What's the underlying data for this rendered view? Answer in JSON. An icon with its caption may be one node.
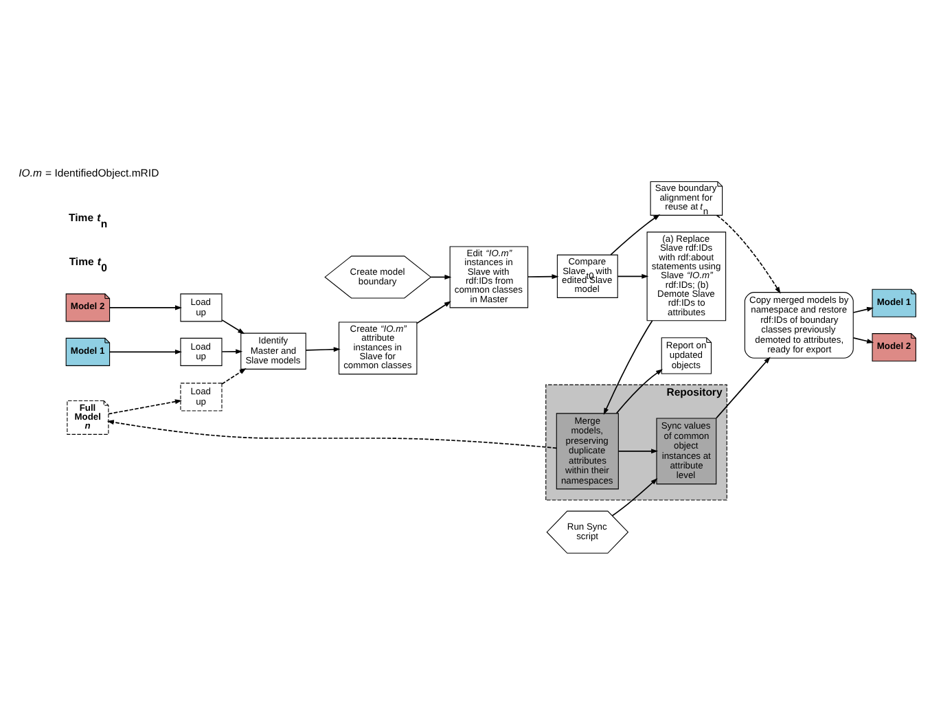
{
  "diagram": {
    "nodes": [
      {
        "text": [
          "Model 1"
        ]
      },
      {
        "text": [
          "Load up"
        ]
      },
      {
        "text": [
          "Identify Master and Slave models"
        ]
      },
      {
        "text": [
          "Create *“IO.m”* attribute instances in Slave for common classes"
        ]
      },
      {
        "text": [
          "Edit *“IO.m”* instances in Slave with rdf:IDs from common classes in Master"
        ]
      },
      {
        "text": [
          "Compare Slave$_{t0}$ with edited Slave model"
        ]
      },
      {
        "text": [
          "Model 2"
        ]
      },
      {
        "text": [
          "Load up"
        ]
      },
      {
        "text": [
          "Full Model *n*"
        ]
      },
      {
        "text": [
          "Load up"
        ]
      },
      {
        "text": [
          "Create model boundary"
        ]
      },
      {
        "text": [
          "Save boundary alignment for reuse at *t*$_{n}$"
        ]
      },
      {
        "text": [
          "(a) Replace Slave rdf:IDs with rdf:about statements using Slave *“IO.m”* rdf:IDs; (b) Demote Slave rdf:IDs to attributes"
        ]
      },
      {
        "text": [
          "Repository"
        ]
      },
      {
        "text": [
          "Merge models, preserving duplicate attributes within their namespaces"
        ],
        "in": 13
      },
      {
        "text": [
          "Sync values of common object instances at attribute level"
        ],
        "in": 13
      },
      {
        "text": [
          "Copy merged models by namespace and restore rdf:IDs of boundary classes previously demoted to attributes, ready for export"
        ]
      },
      {
        "text": [
          "Report on updated objects"
        ]
      },
      {
        "text": [
          "Run Sync script"
        ]
      },
      {
        "text": [
          "Model 1"
        ]
      },
      {
        "text": [
          "Model 2"
        ]
      }
    ],
    "edges": [
      {
        "from": 0,
        "to": 1,
        "arrow": "to"
      },
      {
        "from": 1,
        "to": 2,
        "arrow": "to"
      },
      {
        "from": 6,
        "to": 7,
        "arrow": "to"
      },
      {
        "from": 7,
        "to": 2,
        "arrow": "to"
      },
      {
        "from": 8,
        "to": 9,
        "arrow": "to",
        "style": "dashed"
      },
      {
        "from": 9,
        "to": 2,
        "arrow": "to",
        "style": "dashed"
      },
      {
        "from": 2,
        "to": 3,
        "arrow": "to"
      },
      {
        "from": 3,
        "to": 4,
        "arrow": "to"
      },
      {
        "from": 10,
        "to": 4,
        "arrow": "to"
      },
      {
        "from": 4,
        "to": 5,
        "arrow": "to"
      },
      {
        "from": 5,
        "to": 11,
        "arrow": "to"
      },
      {
        "from": 5,
        "to": 12,
        "arrow": "to"
      },
      {
        "from": 11,
        "to": 16,
        "arrow": "to",
        "style": "dashed"
      },
      {
        "from": 12,
        "to": 14,
        "arrow": "to"
      },
      {
        "from": 14,
        "to": 15,
        "arrow": "to"
      },
      {
        "from": 14,
        "to": 17,
        "arrow": "to"
      },
      {
        "from": 18,
        "to": 15,
        "arrow": "to"
      },
      {
        "from": 15,
        "to": 16,
        "arrow": "to"
      },
      {
        "from": 16,
        "to": 19,
        "arrow": "to"
      },
      {
        "from": 16,
        "to": 20,
        "arrow": "to"
      },
      {
        "from": 14,
        "to": 8,
        "arrow": "to",
        "style": "dashed"
      }
    ],
    "labels": [
      "**Time *t*$_{0}$**",
      "**Time *t*$_{n}$**",
      "*IO.m* = IdentifiedObject.mRID"
    ]
  }
}
